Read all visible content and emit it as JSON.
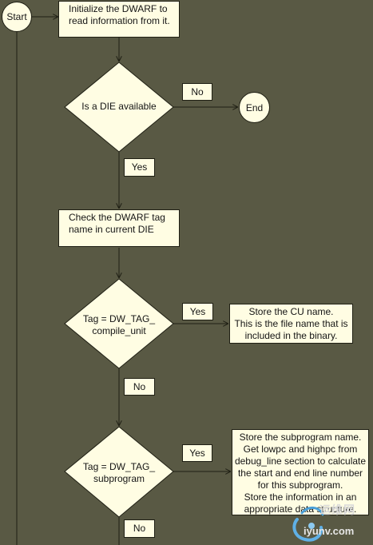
{
  "colors": {
    "background": "#595944",
    "node_fill": "#fffde3",
    "border": "#1f1f14",
    "watermark": "#5fb0e6"
  },
  "nodes": {
    "start": "Start",
    "init": "Initialize the DWARF to\nread information from it.",
    "die_available": "Is a DIE available",
    "no1": "No",
    "end": "End",
    "yes1": "Yes",
    "check_tag": "Check the  DWARF tag\nname in current DIE",
    "tag_cu": "Tag = DW_TAG_\ncompile_unit",
    "yes2": "Yes",
    "store_cu": "Store the  CU name.\nThis is the file name that is\nincluded in the binary.",
    "no2": "No",
    "tag_sub": "Tag = DW_TAG_\nsubprogram",
    "yes3": "Yes",
    "store_sub": "Store the subprogram name.\nGet lowpc and highpc from\ndebug_line section to calculate\nthe start and end line number\nfor this subprogram.\nStore the information in an\nappropriate data structure.",
    "no3": "No"
  },
  "watermark": {
    "text_cn": "运维网",
    "text_url": "iyunv.com",
    "icon": "cloud-swirl-logo"
  }
}
